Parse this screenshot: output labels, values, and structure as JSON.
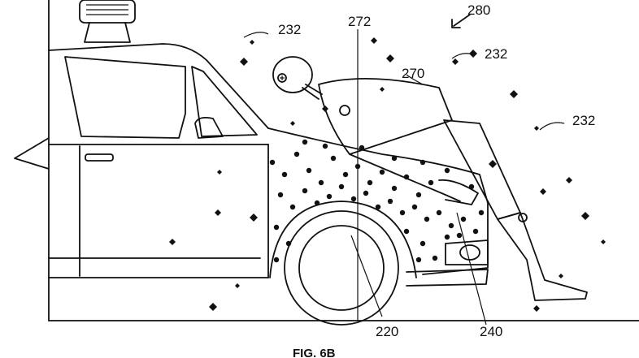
{
  "figure": {
    "caption": "FIG. 6B",
    "reference_numerals": {
      "assembly": "280",
      "adhesive_particles": "232",
      "pedestrian_head": "272",
      "pedestrian": "270",
      "hood_region": "220",
      "bumper_region": "240"
    }
  }
}
